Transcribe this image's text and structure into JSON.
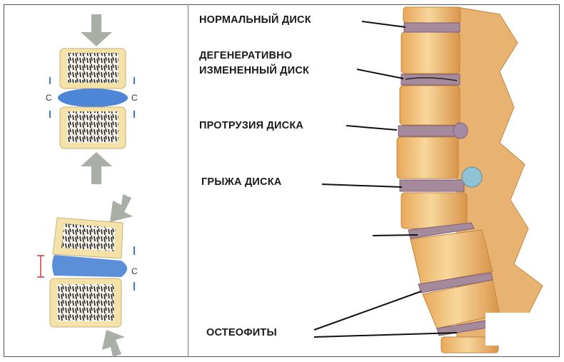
{
  "left_panel": {
    "normal_label_c": "C",
    "compressed_label_c": "C"
  },
  "labels": {
    "normal_disc": "НОРМАЛЬНЫЙ ДИСК",
    "degenerative_line1": "ДЕГЕНЕРАТИВНО",
    "degenerative_line2": "ИЗМЕНЕННЫЙ ДИСК",
    "protrusion": "ПРОТРУЗИЯ ДИСКА",
    "hernia": "ГРЫЖА ДИСКА",
    "osteophytes": "ОСТЕОФИТЫ"
  },
  "colors": {
    "bone": "#f2c27a",
    "bone_dark": "#d08a3a",
    "disc": "#9c7f9a",
    "nucleus": "#4d86d6",
    "hernia": "#8fc3d4",
    "arrow": "#a9aea6"
  }
}
